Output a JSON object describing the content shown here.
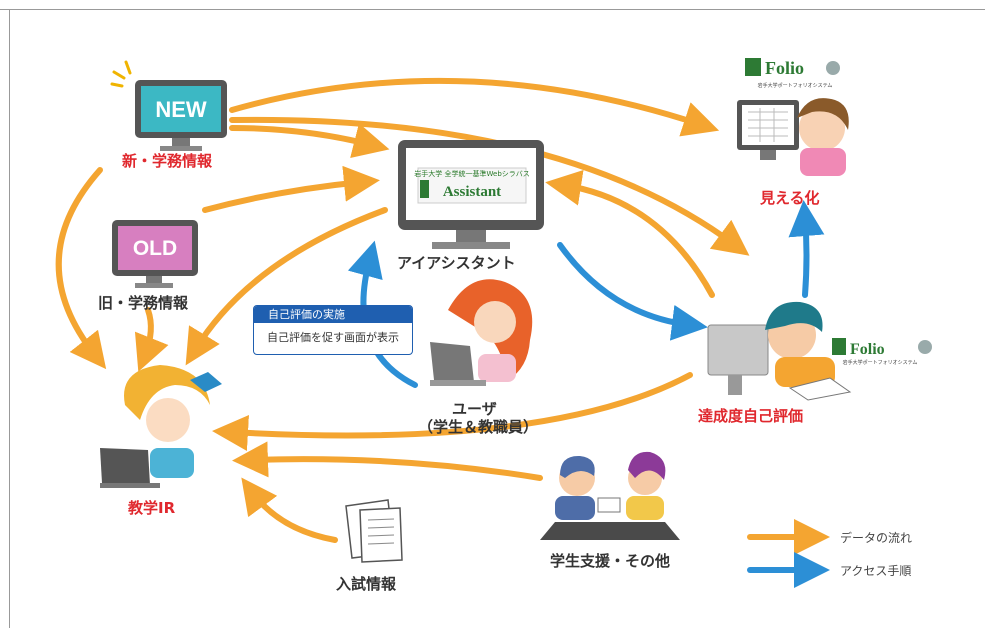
{
  "nodes": {
    "new_info": {
      "screen": "NEW",
      "label": "新・学務情報"
    },
    "old_info": {
      "screen": "OLD",
      "label": "旧・学務情報"
    },
    "kyogaku_ir": {
      "label": "教学IR"
    },
    "assistant": {
      "screen_line1": "岩手大学 全学統一基準Webシラバス",
      "screen_line2": "Assistant",
      "label": "アイアシスタント"
    },
    "user": {
      "label_line1": "ユーザ",
      "label_line2": "（学生＆教職員）"
    },
    "ifolio_top": {
      "logo": "Folio",
      "subtitle": "岩手大学ポートフォリオシステム",
      "label": "見える化"
    },
    "ifolio_right": {
      "logo": "Folio",
      "subtitle": "岩手大学ポートフォリオシステム",
      "label": "達成度自己評価"
    },
    "student_support": {
      "label": "学生支援・その他"
    },
    "entrance": {
      "label": "入試情報"
    }
  },
  "info_box": {
    "title": "自己評価の実施",
    "body": "自己評価を促す画面が表示"
  },
  "legend": [
    {
      "label": "データの流れ",
      "color": "#f4a531"
    },
    {
      "label": "アクセス手順",
      "color": "#2c8fd6"
    }
  ],
  "colors": {
    "data_flow": "#f4a531",
    "access": "#2c8fd6",
    "red_label": "#e0282e",
    "box": "#1f5fb0"
  }
}
